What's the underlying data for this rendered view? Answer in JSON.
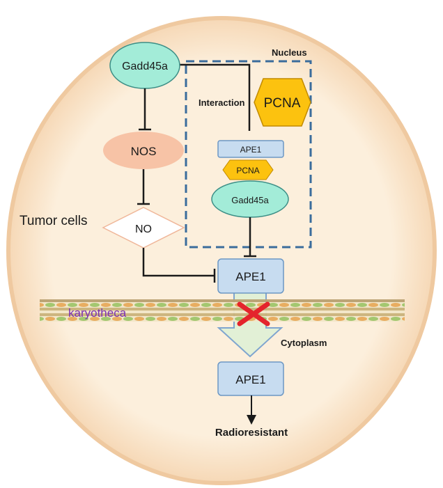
{
  "labels": {
    "nucleus": "Nucleus",
    "interaction": "Interaction",
    "tumor_cells": "Tumor cells",
    "karyotheca": "karyotheca",
    "cytoplasm": "Cytoplasm",
    "radioresistant": "Radioresistant"
  },
  "nodes": {
    "gadd45a_top": "Gadd45a",
    "pcna_top": "PCNA",
    "nos": "NOS",
    "no": "NO",
    "complex_ape1": "APE1",
    "complex_pcna": "PCNA",
    "complex_gadd45a": "Gadd45a",
    "ape1_nucleus": "APE1",
    "ape1_cytoplasm": "APE1"
  },
  "colors": {
    "cell_fill": "#fcefdc",
    "cell_stroke": "#efc9a0",
    "gadd45a": "#a3ecd8",
    "pcna": "#fcc20f",
    "nos": "#f7c3a6",
    "ape1": "#c7dcf0",
    "nucleus_border": "#3a6c9c",
    "block_cross": "#e4242c",
    "karyotheca_text": "#7b2fb5",
    "arrow_fill": "#e2f0d6",
    "arrow_stroke": "#7fa5cf"
  }
}
